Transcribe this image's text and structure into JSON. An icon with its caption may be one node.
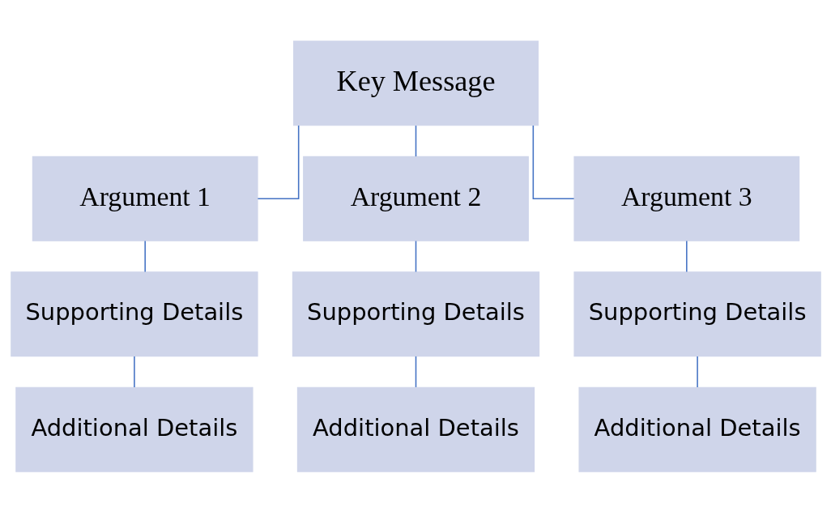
{
  "diagram": {
    "nodes": [
      {
        "text": [
          "Key Message"
        ]
      },
      {
        "text": [
          "Argument 1"
        ]
      },
      {
        "text": [
          "Argument 2"
        ]
      },
      {
        "text": [
          "Argument 3"
        ]
      },
      {
        "text": [
          "Supporting Details"
        ]
      },
      {
        "text": [
          "Supporting Details"
        ]
      },
      {
        "text": [
          "Supporting Details"
        ]
      },
      {
        "text": [
          "Additional Details"
        ]
      },
      {
        "text": [
          "Additional Details"
        ]
      },
      {
        "text": [
          "Additional Details"
        ]
      }
    ],
    "edges": [
      {
        "from": 0,
        "to": 1,
        "arrow": "none"
      },
      {
        "from": 0,
        "to": 2,
        "arrow": "none"
      },
      {
        "from": 0,
        "to": 3,
        "arrow": "none"
      },
      {
        "from": 1,
        "to": 4,
        "arrow": "none"
      },
      {
        "from": 2,
        "to": 5,
        "arrow": "none"
      },
      {
        "from": 3,
        "to": 6,
        "arrow": "none"
      },
      {
        "from": 4,
        "to": 7,
        "arrow": "none"
      },
      {
        "from": 5,
        "to": 8,
        "arrow": "none"
      },
      {
        "from": 6,
        "to": 9,
        "arrow": "none"
      }
    ]
  }
}
